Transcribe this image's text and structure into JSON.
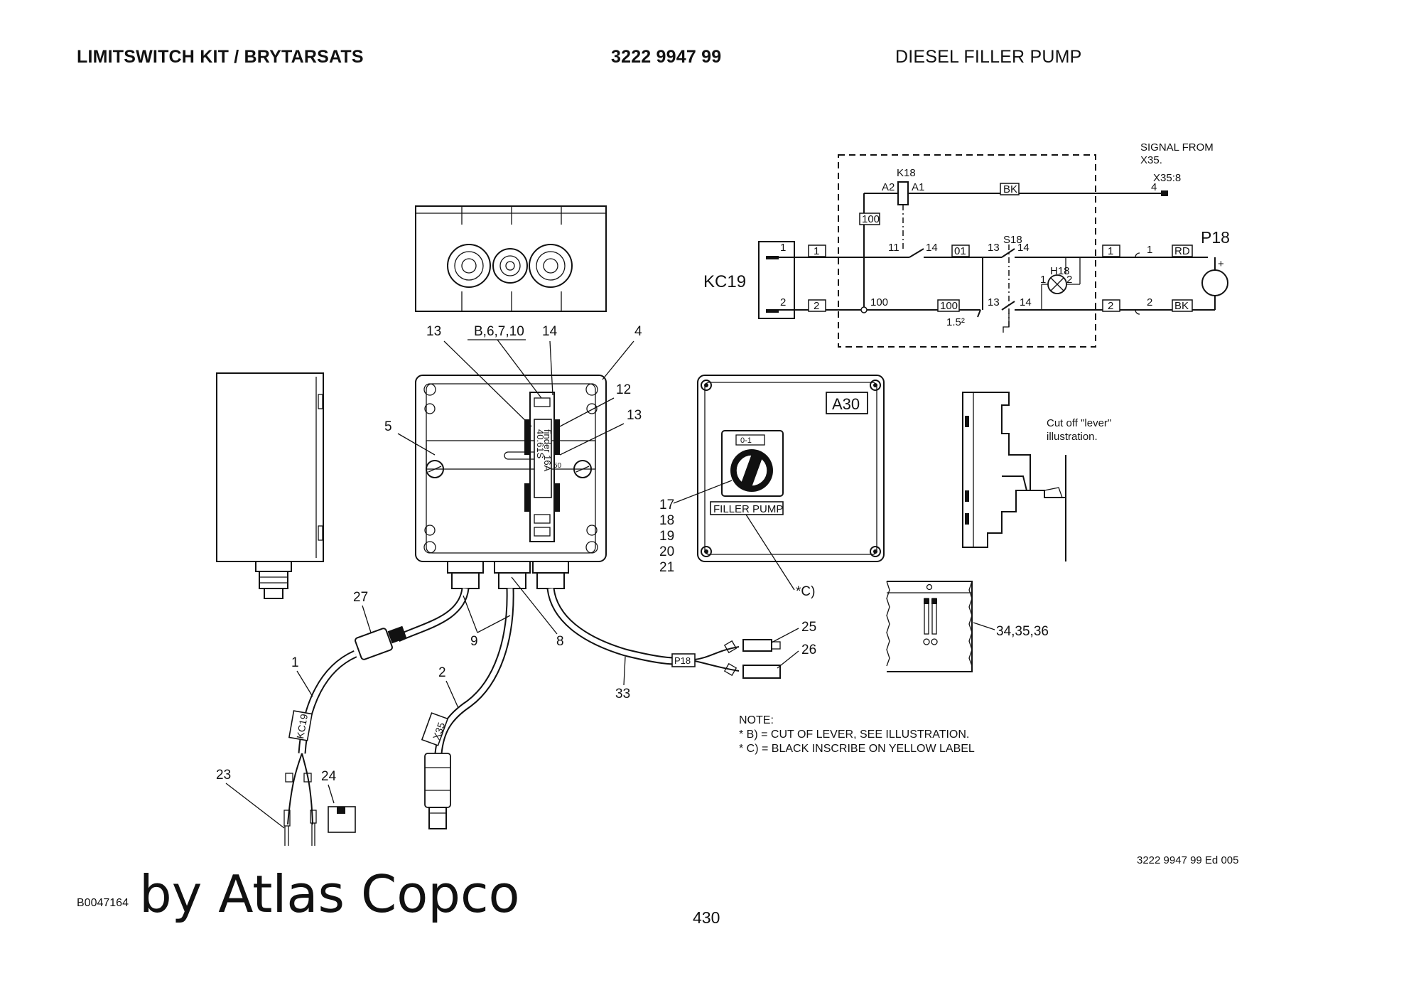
{
  "header": {
    "title": "LIMITSWITCH KIT / BRYTARSATS",
    "part_number": "3222 9947 99",
    "subtitle": "DIESEL FILLER PUMP"
  },
  "schematic": {
    "signal_from": "SIGNAL FROM",
    "signal_source": "X35.",
    "terminal": "X35:8",
    "terminal_pin": "4",
    "relay": "K18",
    "relay_a2": "A2",
    "relay_a1": "A1",
    "wire_bk_top": "BK",
    "wire_100_top": "100",
    "connector": "KC19",
    "connector_pin1": "1",
    "connector_pin2": "2",
    "wire_1_left": "1",
    "wire_2_left": "2",
    "contact_11": "11",
    "contact_14a": "14",
    "wire_01": "01",
    "contact_13a": "13",
    "switch": "S18",
    "contact_14b": "14",
    "lamp": "H18",
    "lamp_pin1": "1",
    "lamp_pin2": "2",
    "wire_1_right": "1",
    "wire_2_right": "2",
    "plug_pin1": "1",
    "plug_pin2": "2",
    "wire_rd": "RD",
    "wire_bk_bottom": "BK",
    "pump": "P18",
    "pump_plus": "+",
    "node_100": "100",
    "wire_100_bottom": "100",
    "contact_13b": "13",
    "contact_14c": "14",
    "cross_section": "1.5²"
  },
  "callouts": {
    "c13a": "13",
    "c_b": "B,6,7,10",
    "c14": "14",
    "c4": "4",
    "c12": "12",
    "c13b": "13",
    "c5": "5",
    "c17": "17",
    "c18": "18",
    "c19": "19",
    "c20": "20",
    "c21": "21",
    "c_star_c": "*C)",
    "c27": "27",
    "c1": "1",
    "c9": "9",
    "c8": "8",
    "c2": "2",
    "c25": "25",
    "c26": "26",
    "c33": "33",
    "c23": "23",
    "c24": "24",
    "c343536": "34,35,36"
  },
  "labels": {
    "relay_brand": "finder 16A",
    "relay_model": "40.61S",
    "relay_tag": "50",
    "panel_id": "A30",
    "switch_positions": "0-1",
    "filler_pump_label": "FILLER PUMP",
    "cable_kc": "KC19",
    "cable_x35": "X35",
    "cable_p18": "P18",
    "cut_off_note_1": "Cut off \"lever\"",
    "cut_off_note_2": "illustration."
  },
  "notes": {
    "title": "NOTE:",
    "line1": "* B) = CUT OF LEVER, SEE ILLUSTRATION.",
    "line2": "* C) = BLACK INSCRIBE ON YELLOW LABEL"
  },
  "footer": {
    "edition": "3222 9947 99 Ed 005",
    "image_code": "B0047164",
    "brand": "by Atlas Copco",
    "page_number": "430"
  }
}
